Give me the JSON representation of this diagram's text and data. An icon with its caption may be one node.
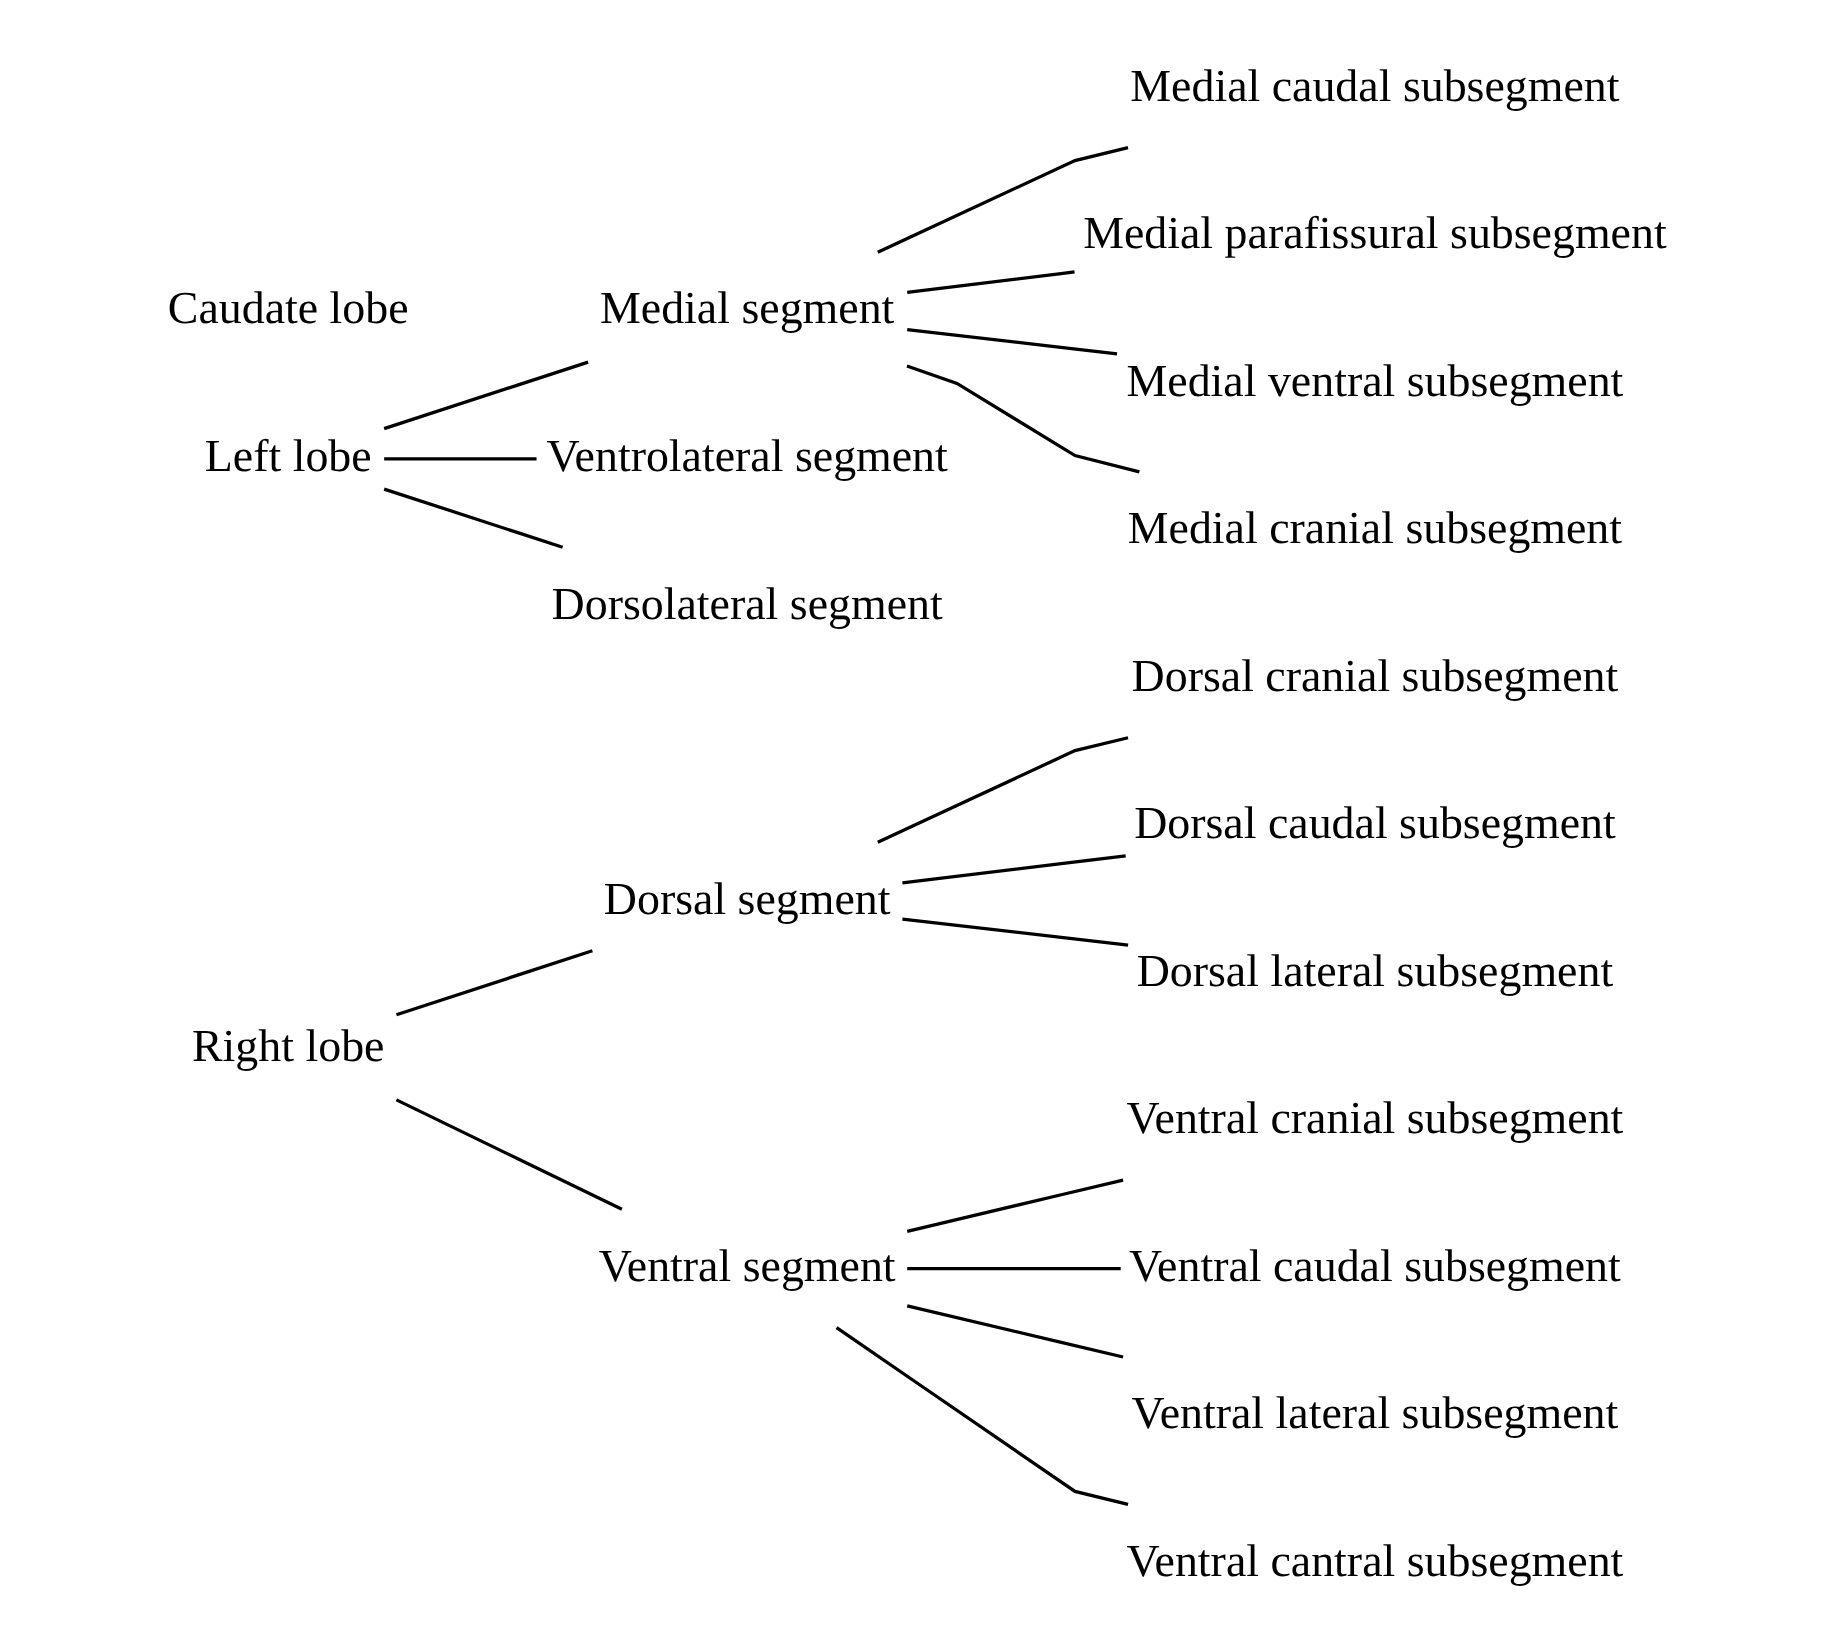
{
  "diagram": {
    "nodes": [
      {
        "text": [
          "Right lobe"
        ]
      },
      {
        "text": [
          "Dorsal segment"
        ]
      },
      {
        "text": [
          "Dorsal cranial subsegment"
        ]
      },
      {
        "text": [
          "Dorsal caudal subsegment"
        ]
      },
      {
        "text": [
          "Dorsal lateral subsegment"
        ]
      },
      {
        "text": [
          "Ventral segment"
        ]
      },
      {
        "text": [
          "Ventral cranial subsegment"
        ]
      },
      {
        "text": [
          "Ventral caudal subsegment"
        ]
      },
      {
        "text": [
          "Ventral lateral subsegment"
        ]
      },
      {
        "text": [
          "Ventral cantral subsegment"
        ]
      },
      {
        "text": [
          "Left lobe"
        ]
      },
      {
        "text": [
          "Medial segment"
        ]
      },
      {
        "text": [
          "Medial caudal subsegment"
        ]
      },
      {
        "text": [
          "Medial parafissural subsegment"
        ]
      },
      {
        "text": [
          "Medial ventral subsegment"
        ]
      },
      {
        "text": [
          "Medial cranial subsegment"
        ]
      },
      {
        "text": [
          "Ventrolateral segment"
        ]
      },
      {
        "text": [
          "Dorsolateral segment"
        ]
      },
      {
        "text": [
          "Caudate lobe"
        ]
      }
    ],
    "edges": [
      {
        "from": 0,
        "to": 1,
        "arrow": "none"
      },
      {
        "from": 0,
        "to": 5,
        "arrow": "none"
      },
      {
        "from": 1,
        "to": 2,
        "arrow": "none"
      },
      {
        "from": 1,
        "to": 3,
        "arrow": "none"
      },
      {
        "from": 1,
        "to": 4,
        "arrow": "none"
      },
      {
        "from": 5,
        "to": 6,
        "arrow": "none"
      },
      {
        "from": 5,
        "to": 7,
        "arrow": "none"
      },
      {
        "from": 5,
        "to": 8,
        "arrow": "none"
      },
      {
        "from": 5,
        "to": 9,
        "arrow": "none"
      },
      {
        "from": 10,
        "to": 11,
        "arrow": "none"
      },
      {
        "from": 10,
        "to": 16,
        "arrow": "none"
      },
      {
        "from": 10,
        "to": 17,
        "arrow": "none"
      },
      {
        "from": 11,
        "to": 12,
        "arrow": "none"
      },
      {
        "from": 11,
        "to": 13,
        "arrow": "none"
      },
      {
        "from": 11,
        "to": 14,
        "arrow": "none"
      },
      {
        "from": 11,
        "to": 15,
        "arrow": "none"
      }
    ]
  }
}
